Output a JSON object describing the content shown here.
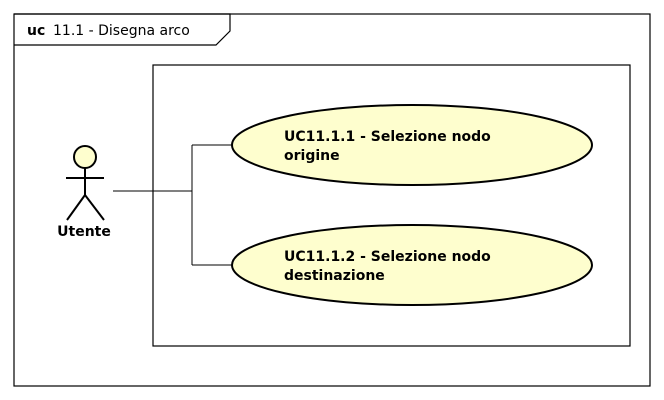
{
  "frame": {
    "keyword": "uc",
    "title": "11.1 - Disegna arco"
  },
  "actor": {
    "name": "Utente"
  },
  "use_cases": [
    {
      "line1": "UC11.1.1 - Selezione nodo",
      "line2": "origine"
    },
    {
      "line1": "UC11.1.2 - Selezione nodo",
      "line2": "destinazione"
    }
  ],
  "colors": {
    "use_case_fill": "#FEFECE",
    "actor_head_fill": "#FEFECE",
    "stroke": "#000000"
  }
}
